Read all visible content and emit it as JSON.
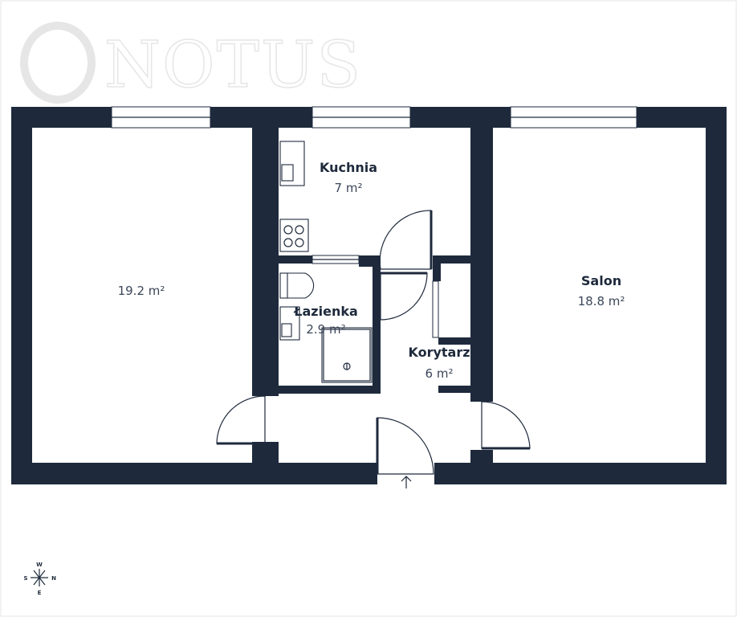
{
  "logo": {
    "text": "NOTUS"
  },
  "rooms": {
    "bedroom": {
      "name": "",
      "area": "19.2 m²"
    },
    "kitchen": {
      "name": "Kuchnia",
      "area": "7 m²"
    },
    "bathroom": {
      "name": "Łazienka",
      "area": "2.9 m²"
    },
    "corridor": {
      "name": "Korytarz",
      "area": "6 m²"
    },
    "living": {
      "name": "Salon",
      "area": "18.8 m²"
    }
  },
  "compass": {
    "north": "N",
    "south": "S",
    "east": "E",
    "west": "W"
  },
  "entrance": {
    "icon": "arrow-up-icon"
  },
  "colors": {
    "wall": "#1e2a3c",
    "background": "#ffffff"
  }
}
